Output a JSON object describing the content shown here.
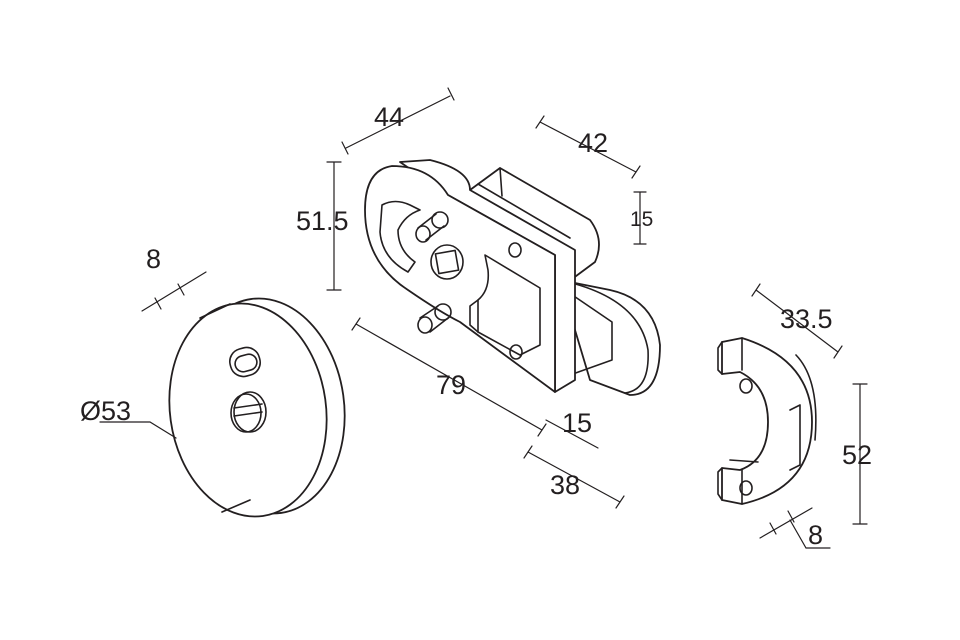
{
  "drawing": {
    "line_color": "#231f20",
    "background": "#ffffff"
  },
  "dimensions": {
    "rose_thickness": "8",
    "rose_diameter": "Ø53",
    "lock_width": "44",
    "lock_height": "51.5",
    "lock_length": "79",
    "bolt_length": "42",
    "bolt_height": "15",
    "backset": "15",
    "case_depth": "38",
    "keeper_depth": "33.5",
    "keeper_height": "52",
    "keeper_thickness": "8"
  }
}
